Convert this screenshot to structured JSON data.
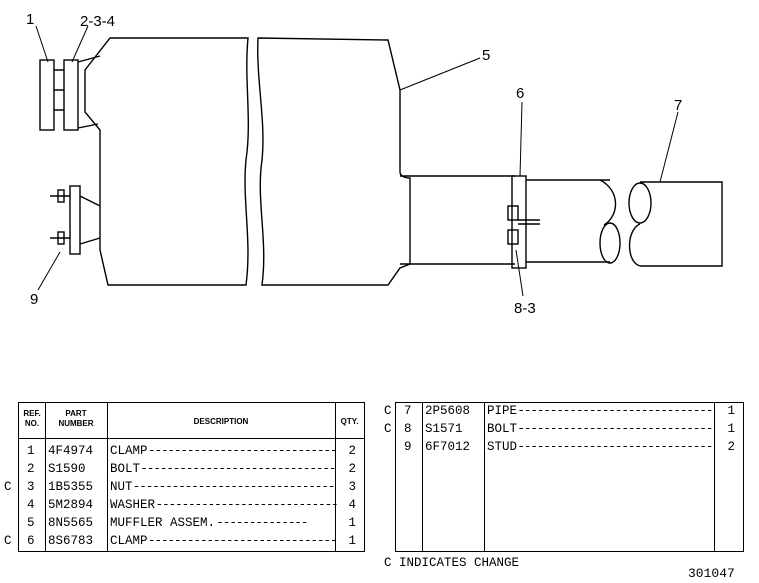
{
  "callouts": {
    "c1": "1",
    "c234": "2-3-4",
    "c5": "5",
    "c6": "6",
    "c7": "7",
    "c9": "9",
    "c83": "8-3"
  },
  "table_headers": {
    "ref_no_1": "REF.",
    "ref_no_2": "NO.",
    "part_number_1": "PART",
    "part_number_2": "NUMBER",
    "description": "DESCRIPTION",
    "qty": "QTY."
  },
  "left_rows": [
    {
      "mark": "",
      "ref": "1",
      "part": "4F4974",
      "desc": "CLAMP",
      "lead": "-----------------------------",
      "qty": "2"
    },
    {
      "mark": "",
      "ref": "2",
      "part": "S1590",
      "desc": "BOLT",
      "lead": "------------------------------",
      "qty": "2"
    },
    {
      "mark": "C",
      "ref": "3",
      "part": "1B5355",
      "desc": "NUT",
      "lead": "-------------------------------",
      "qty": "3"
    },
    {
      "mark": "",
      "ref": "4",
      "part": "5M2894",
      "desc": "WASHER",
      "lead": "----------------------------",
      "qty": "4"
    },
    {
      "mark": "",
      "ref": "5",
      "part": "8N5565",
      "desc": "MUFFLER ASSEM.",
      "lead": "--------------",
      "qty": "1"
    },
    {
      "mark": "C",
      "ref": "6",
      "part": "8S6783",
      "desc": "CLAMP",
      "lead": "-----------------------------",
      "qty": "1"
    }
  ],
  "right_rows": [
    {
      "mark": "C",
      "ref": "7",
      "part": "2P5608",
      "desc": "PIPE",
      "lead": "------------------------------",
      "qty": "1"
    },
    {
      "mark": "C",
      "ref": "8",
      "part": "S1571",
      "desc": "BOLT",
      "lead": "------------------------------",
      "qty": "1"
    },
    {
      "mark": "",
      "ref": "9",
      "part": "6F7012",
      "desc": "STUD",
      "lead": "------------------------------",
      "qty": "2"
    }
  ],
  "note": "C INDICATES CHANGE",
  "illustration_number": "301047"
}
